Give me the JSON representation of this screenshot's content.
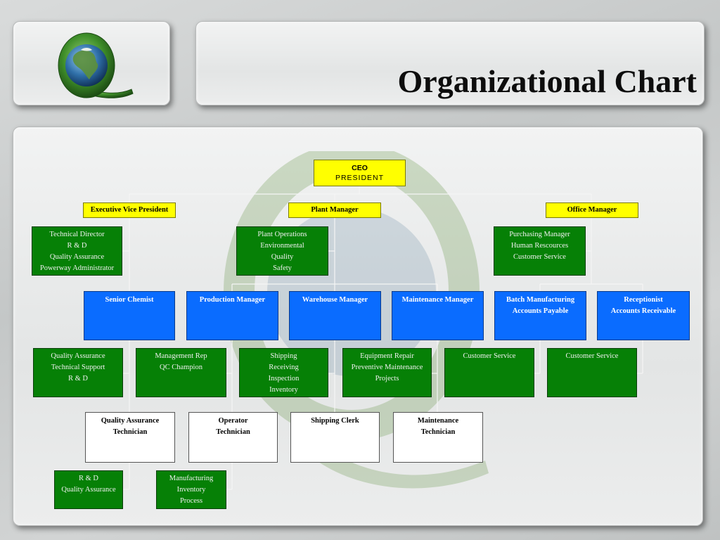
{
  "header": {
    "title": "Organizational Chart"
  },
  "org": {
    "ceo": {
      "line1": "CEO",
      "line2": "PRESIDENT"
    },
    "evp": "Executive Vice President",
    "plant_manager": "Plant Manager",
    "office_manager": "Office Manager",
    "tech_director": [
      "Technical Director",
      "R & D",
      "Quality Assurance",
      "Powerway Administrator"
    ],
    "plant_ops": [
      "Plant Operations",
      "Environmental",
      "Quality",
      "Safety"
    ],
    "purchasing": [
      "Purchasing Manager",
      "Human Rescources",
      "Customer Service"
    ],
    "senior_chemist": "Senior Chemist",
    "production_manager": "Production Manager",
    "warehouse_manager": "Warehouse Manager",
    "maintenance_manager": "Maintenance Manager",
    "batch_manufacturing": [
      "Batch Manufacturing",
      "Accounts Payable"
    ],
    "receptionist": [
      "Receptionist",
      "Accounts Receivable"
    ],
    "qa_support": [
      "Quality Assurance",
      "Technical Support",
      "R & D"
    ],
    "mgmt_rep": [
      "Management Rep",
      "QC Champion"
    ],
    "shipping_group": [
      "Shipping",
      "Receiving",
      "Inspection",
      "Inventory"
    ],
    "equipment_repair": [
      "Equipment Repair",
      "Preventive Maintenance",
      "Projects"
    ],
    "customer_service_1": "Customer Service",
    "customer_service_2": "Customer Service",
    "qa_technician": [
      "Quality Assurance",
      "Technician"
    ],
    "operator_technician": [
      "Operator",
      "Technician"
    ],
    "shipping_clerk": "Shipping Clerk",
    "maintenance_technician": [
      "Maintenance",
      "Technician"
    ],
    "rd_qa": [
      "R & D",
      "Quality Assurance"
    ],
    "manufacturing": [
      "Manufacturing",
      "Inventory",
      "Process"
    ]
  },
  "colors": {
    "yellow": "#ffff00",
    "green": "#068006",
    "blue": "#0a6cff",
    "white": "#ffffff",
    "connector": "#f5f5f5"
  },
  "icons": {
    "logo": "globe-q-logo-icon"
  }
}
